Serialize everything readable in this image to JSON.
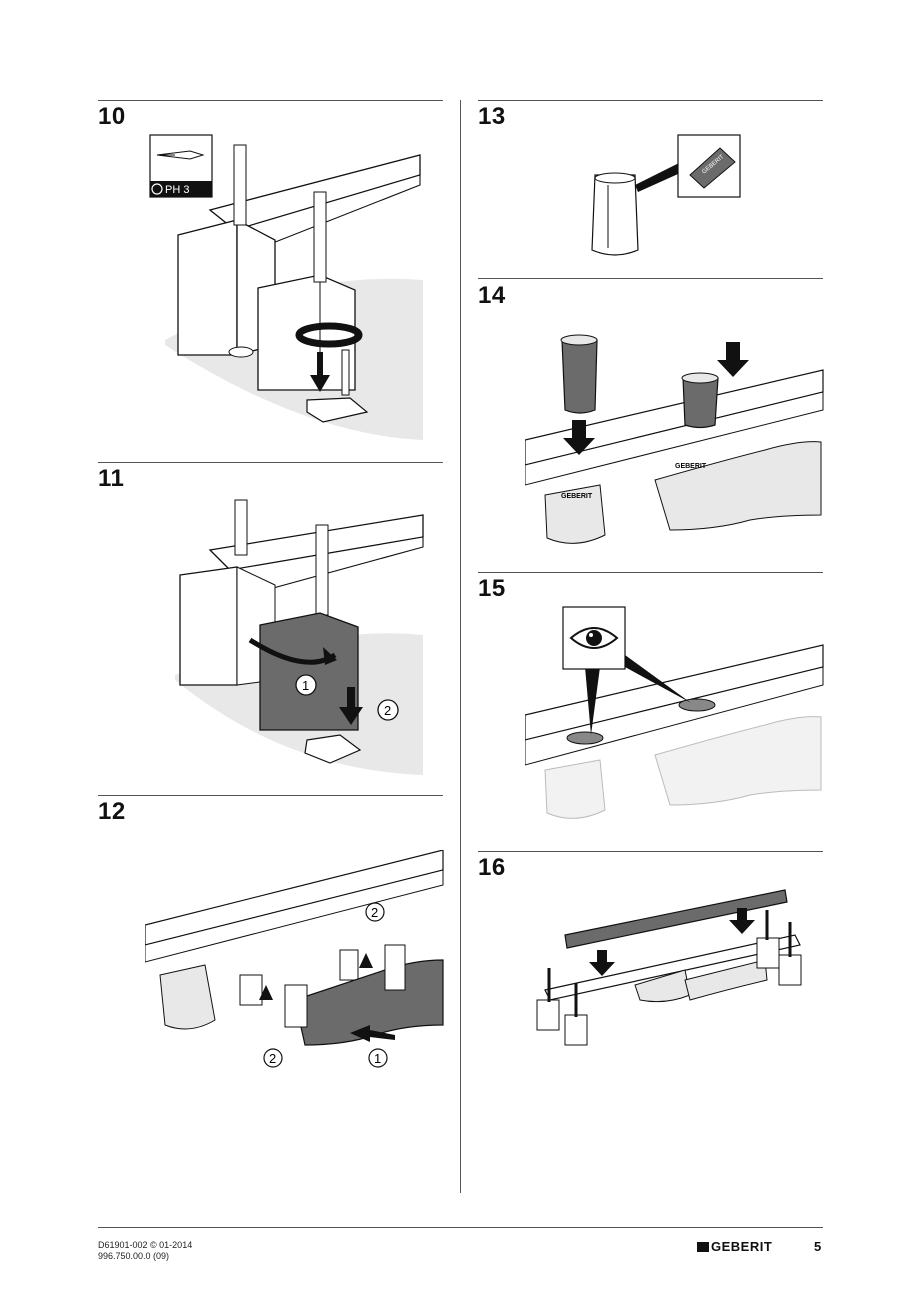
{
  "steps": [
    {
      "number": "10",
      "tool_label": "PH 3"
    },
    {
      "number": "11",
      "callouts": [
        "1",
        "2"
      ]
    },
    {
      "number": "12",
      "callouts": [
        "2",
        "2",
        "1"
      ]
    },
    {
      "number": "13",
      "tag_label": "GEBERIT"
    },
    {
      "number": "14",
      "labels": [
        "GEBERIT",
        "GEBERIT"
      ]
    },
    {
      "number": "15"
    },
    {
      "number": "16"
    }
  ],
  "footer": {
    "doc_code": "D61901-002 © 01-2014",
    "article_code": "996.750.00.0 (09)",
    "brand": "GEBERIT",
    "page_number": "5"
  },
  "colors": {
    "ink": "#111111",
    "dark_grey": "#6b6b6b",
    "light_grey": "#e8e8e8",
    "rule": "#555555"
  }
}
